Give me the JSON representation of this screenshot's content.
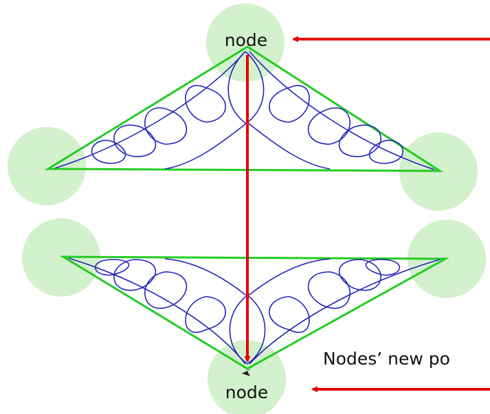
{
  "labels": {
    "top_node": "node",
    "bottom_node": "node",
    "caption": "Nodes’ new po"
  },
  "colors": {
    "node_circle": "#d3f1cc",
    "triangle_outline": "#22cc22",
    "feather_stroke": "#2323bb",
    "arrow": "#e60000"
  },
  "icons": {
    "cursor": "cursor-arrow-icon"
  }
}
